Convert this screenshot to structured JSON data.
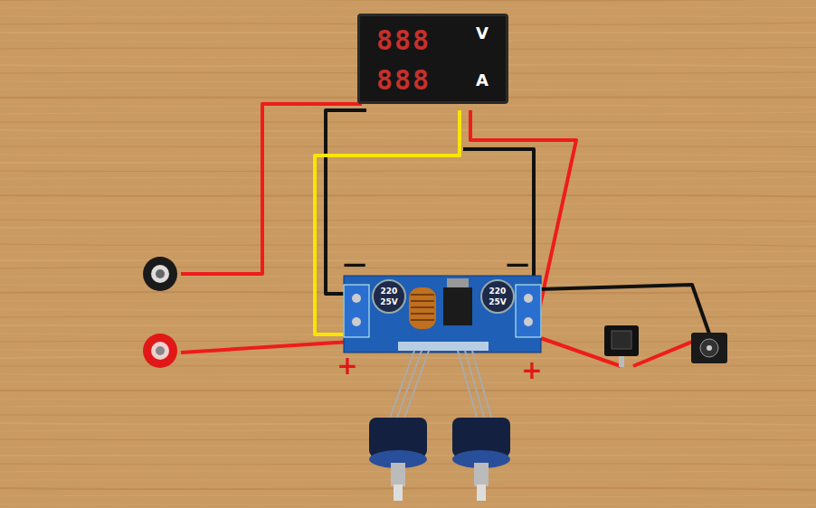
{
  "diagram": {
    "nodes": [
      {
        "text": [
          "888",
          "V",
          "888",
          "A"
        ]
      }
    ],
    "labels": [
      "—",
      "—",
      "+",
      "+",
      "220",
      "25V",
      "220",
      "25V"
    ]
  }
}
